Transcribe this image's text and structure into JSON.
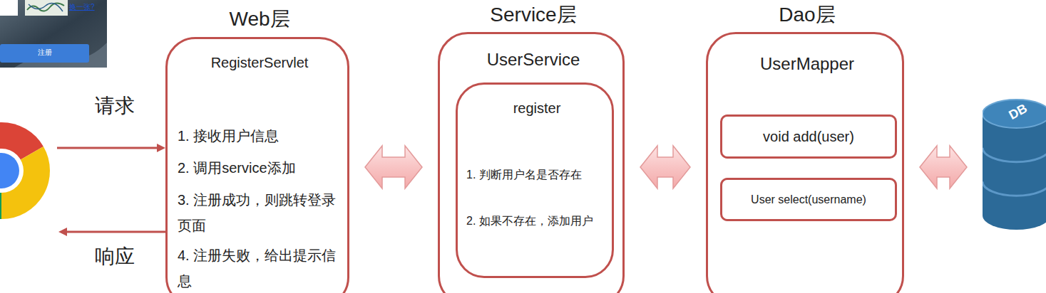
{
  "diagram": {
    "nodes": [
      {
        "text": [
          "Web层",
          "RegisterServlet",
          "1. 接收用户信息",
          "2. 调用service添加",
          "3. 注册成功，则跳转登录页面",
          "4. 注册失败，给出提示信息"
        ]
      },
      {
        "text": [
          "Service层",
          "UserService"
        ]
      },
      {
        "text": [
          "register",
          "1. 判断用户名是否存在",
          "2. 如果不存在，添加用户"
        ],
        "in": 1
      },
      {
        "text": [
          "Dao层",
          "UserMapper"
        ]
      },
      {
        "text": [
          "void add(user)"
        ],
        "in": 3
      },
      {
        "text": [
          "User select(username)"
        ],
        "in": 3
      },
      {
        "text": [
          "DB"
        ]
      }
    ],
    "edges": [
      {
        "from": 0,
        "to": 1,
        "arrow": "both"
      },
      {
        "from": 1,
        "to": 3,
        "arrow": "both"
      },
      {
        "from": 3,
        "to": 6,
        "arrow": "both"
      }
    ],
    "labels": [
      "请求",
      "响应",
      "换一张?",
      "注册"
    ]
  }
}
